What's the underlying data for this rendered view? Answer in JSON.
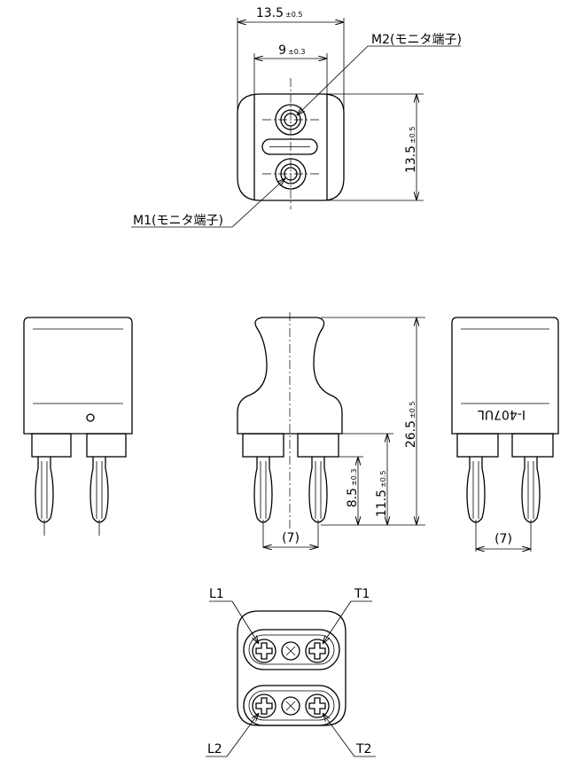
{
  "top_view": {
    "dim_width": {
      "value": "13.5",
      "tol": "±0.5"
    },
    "dim_pitch": {
      "value": "9",
      "tol": "±0.3"
    },
    "dim_height": {
      "value": "13.5",
      "tol": "±0.5"
    },
    "label_m2": "M2(モニタ端子)",
    "label_m1": "M1(モニタ端子)"
  },
  "front_view": {
    "dim_total": {
      "value": "26.5",
      "tol": "±0.5"
    },
    "dim_pin": {
      "value": "11.5",
      "tol": "±0.5"
    },
    "dim_tip": {
      "value": "8.5",
      "tol": "±0.3"
    },
    "dim_spacing": "(7)"
  },
  "right_view": {
    "model_text": "I-407UL",
    "dim_spacing": "(7)"
  },
  "bottom_view": {
    "label_l1": "L1",
    "label_t1": "T1",
    "label_l2": "L2",
    "label_t2": "T2"
  }
}
